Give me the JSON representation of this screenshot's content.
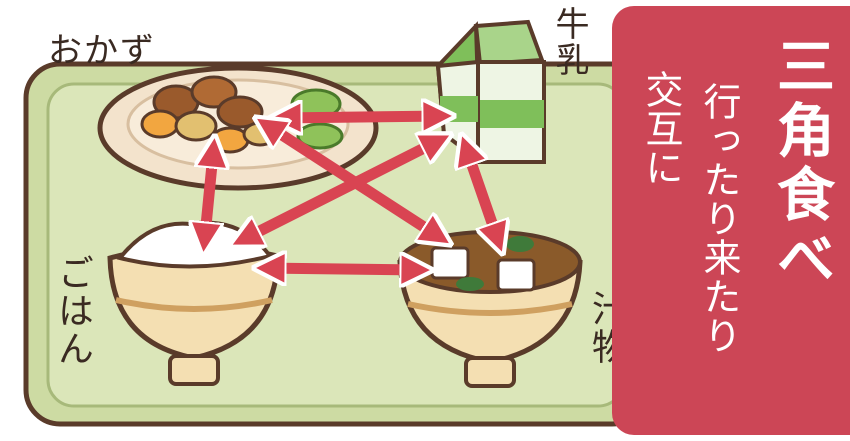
{
  "labels": {
    "okazu": "おかず",
    "milk": "牛乳",
    "rice": "ごはん",
    "soup": "汁物"
  },
  "banner": {
    "title": "三角食べ",
    "line1": "行ったり来たり",
    "line2": "交互に"
  },
  "colors": {
    "banner": "#cc4656",
    "tray": "#cddba3",
    "arrow": "#d94452",
    "outline": "#5a3b2a"
  }
}
